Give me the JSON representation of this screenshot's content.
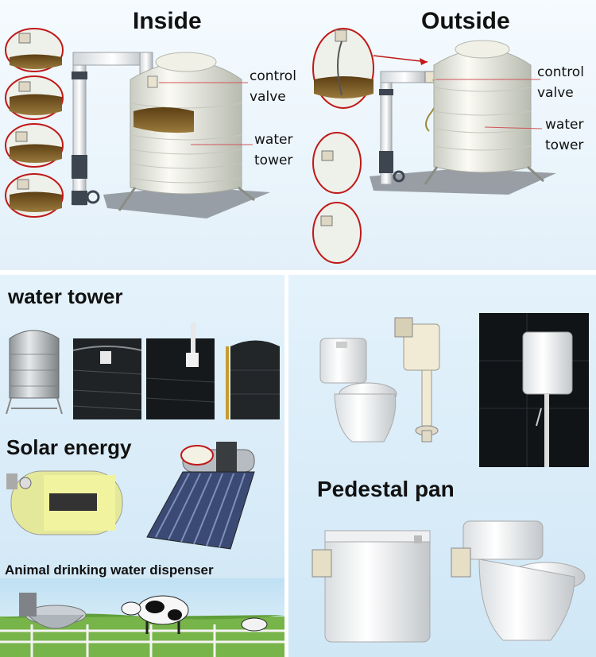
{
  "top": {
    "inside_title": "Inside",
    "outside_title": "Outside",
    "inside_labels": {
      "control_valve_1": "control",
      "control_valve_2": "valve",
      "water_tower_1": "water",
      "water_tower_2": "tower"
    },
    "outside_labels": {
      "control_valve_1": "control",
      "control_valve_2": "valve",
      "water_tower_1": "water",
      "water_tower_2": "tower"
    }
  },
  "bottom_left": {
    "water_tower_title": "water tower",
    "solar_title": "Solar energy",
    "animal_title": "Animal drinking water dispenser"
  },
  "bottom_right": {
    "pedestal_title": "Pedestal pan"
  },
  "colors": {
    "tank": "#f3f3ea",
    "water": "#7a5a25",
    "pipe": "#e9ecef",
    "pipe_dark": "#3d4650",
    "zoom_ring": "#c01818",
    "divider": "#ffffff"
  }
}
